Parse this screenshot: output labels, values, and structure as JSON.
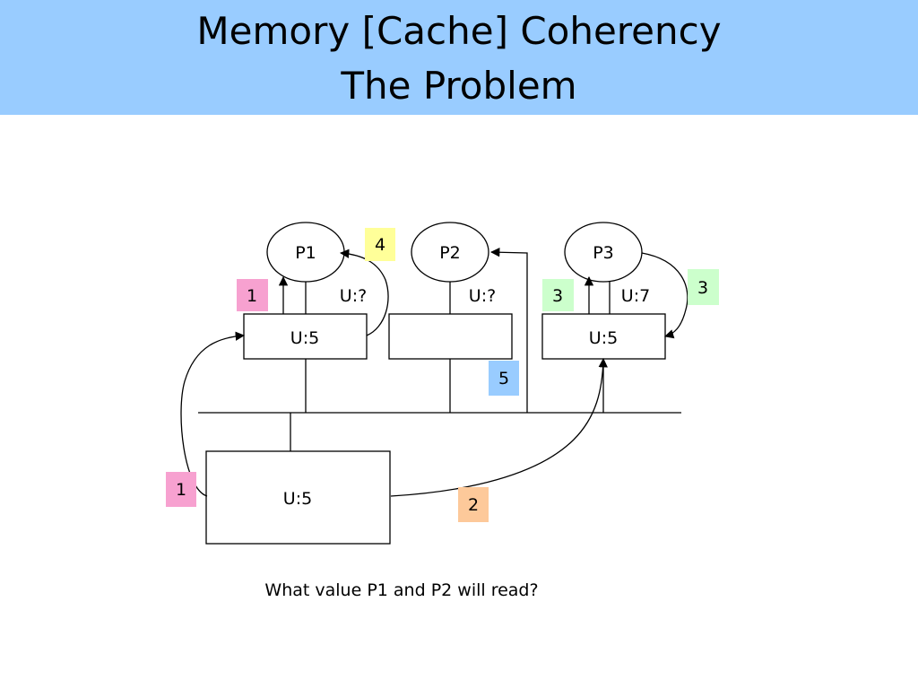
{
  "slide": {
    "title_line1": "Memory [Cache] Coherency",
    "title_line2": "The Problem",
    "question": "What value P1 and P2 will read?"
  },
  "colors": {
    "title_bar": "#99ccff",
    "tag_pink": "#f7a1d0",
    "tag_yellow": "#ffff99",
    "tag_green": "#ccffcc",
    "tag_orange": "#fdc99a",
    "tag_blue": "#99ccff"
  },
  "processors": [
    {
      "label": "P1",
      "value": "U:?"
    },
    {
      "label": "P2",
      "value": "U:?"
    },
    {
      "label": "P3",
      "value": "U:7"
    }
  ],
  "caches": [
    {
      "value": "U:5"
    },
    {
      "value": ""
    },
    {
      "value": "U:5"
    }
  ],
  "memory": {
    "value": "U:5"
  },
  "step_tags": [
    {
      "label": "1",
      "color": "tag_pink"
    },
    {
      "label": "4",
      "color": "tag_yellow"
    },
    {
      "label": "3",
      "color": "tag_green"
    },
    {
      "label": "3",
      "color": "tag_green"
    },
    {
      "label": "5",
      "color": "tag_blue"
    },
    {
      "label": "1",
      "color": "tag_pink"
    },
    {
      "label": "2",
      "color": "tag_orange"
    }
  ]
}
